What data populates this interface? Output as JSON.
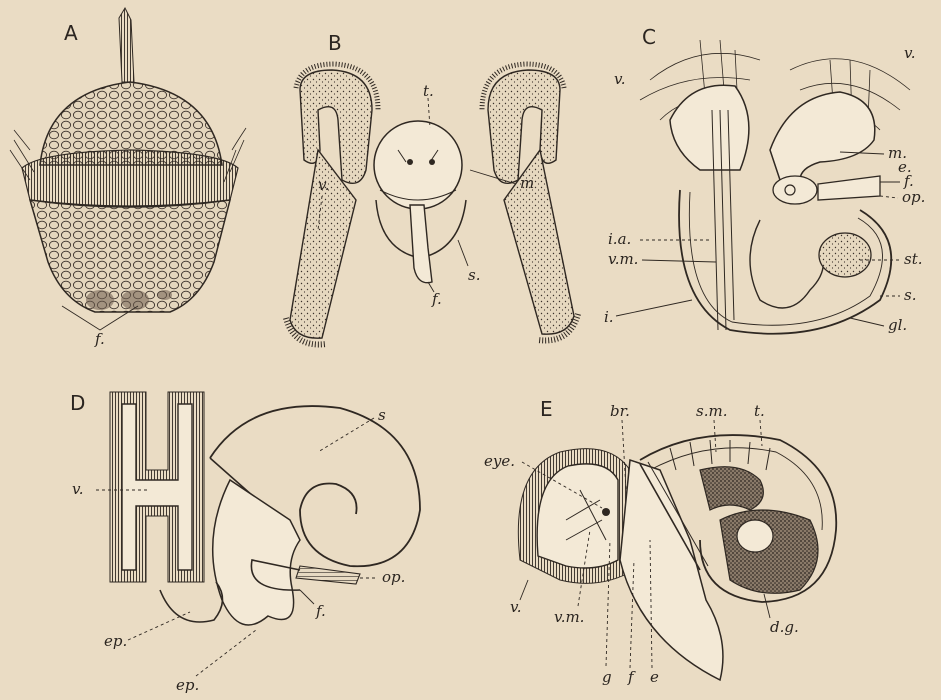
{
  "plate": {
    "background": "#eadcc4",
    "ink": "#2f2822"
  },
  "panels": {
    "A": {
      "letter": "A",
      "labels": {
        "f": "f."
      }
    },
    "B": {
      "letter": "B",
      "labels": {
        "t": "t.",
        "v": "v.",
        "m": "m",
        "s": "s.",
        "f": "f."
      }
    },
    "C": {
      "letter": "C",
      "labels": {
        "v_left": "v.",
        "v_right": "v.",
        "m": "m.",
        "e": "e.",
        "f": "f.",
        "op": "op.",
        "ia": "i.a.",
        "vm": "v.m.",
        "st": "st.",
        "s": "s.",
        "i": "i.",
        "gl": "gl."
      }
    },
    "D": {
      "letter": "D",
      "labels": {
        "s": "s",
        "v": "v.",
        "op": "op.",
        "f": "f.",
        "ep1": "ep.",
        "ep2": "ep."
      }
    },
    "E": {
      "letter": "E",
      "labels": {
        "br": "br.",
        "sm": "s.m.",
        "t": "t.",
        "eye": "eye.",
        "v": "v.",
        "vm": "v.m.",
        "g": "g",
        "f": "f",
        "e": "e",
        "dg": "d.g."
      }
    }
  }
}
